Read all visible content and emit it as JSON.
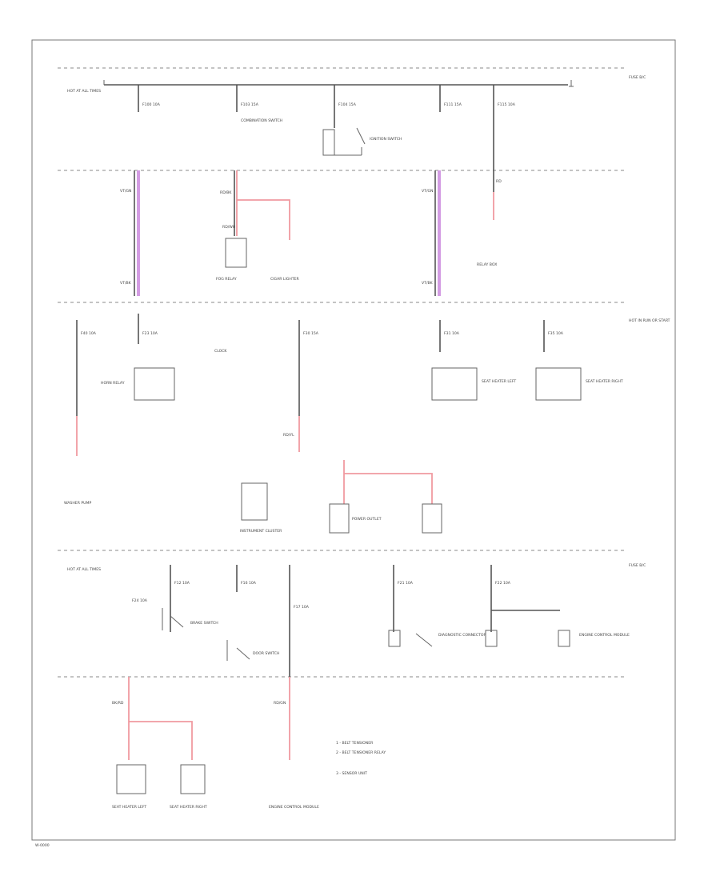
{
  "buses": {
    "b1_left": "HOT AT ALL TIMES",
    "b1_right": "FUSE B/C",
    "b3_right": "HOT IN RUN OR START",
    "b4_left": "HOT AT ALL TIMES",
    "b4_right": "FUSE B/C"
  },
  "fuses": {
    "f1": "F100 10A",
    "f2": "F103 15A",
    "f3": "F104 15A",
    "f4": "F111 15A",
    "f5": "F115 10A",
    "f6": "F40 10A",
    "f7": "F23 10A",
    "f8": "F30 15A",
    "f9": "F31 10A",
    "f10": "F35 10A",
    "f11": "F12 10A",
    "f12": "F16 10A",
    "f13": "F17 10A",
    "f14": "F21 10A",
    "f15": "F22 10A",
    "f16": "F24 10A"
  },
  "components": {
    "ignition_switch": "IGNITION SWITCH",
    "combination_switch": "COMBINATION SWITCH",
    "fog_relay": "FOG RELAY",
    "cigar_lighter": "CIGAR LIGHTER",
    "clock": "CLOCK",
    "instrument_cluster": "INSTRUMENT CLUSTER",
    "horn_relay": "HORN RELAY",
    "washer_pump": "WASHER PUMP",
    "seat_heater_l": "SEAT HEATER LEFT",
    "seat_heater_r": "SEAT HEATER RIGHT",
    "relay_box": "RELAY BOX",
    "brake_switch": "BRAKE SWITCH",
    "door_switch": "DOOR SWITCH",
    "power_outlet": "POWER OUTLET",
    "diag_connector": "DIAGNOSTIC CONNECTOR",
    "ecu": "ENGINE CONTROL MODULE"
  },
  "wires": {
    "w1": "RD/BK",
    "w2": "RD/WH",
    "w3": "VT/GN",
    "w4": "VT/BK",
    "w5": "RD",
    "w6": "RD/YL",
    "w7": "BK/RD",
    "w8": "RD/GN"
  },
  "legend": {
    "l1": "1 - BELT TENSIONER",
    "l2": "2 - BELT TENSIONER RELAY",
    "l3": "3 - SENSOR UNIT"
  },
  "footer": {
    "code": "W-0000"
  }
}
